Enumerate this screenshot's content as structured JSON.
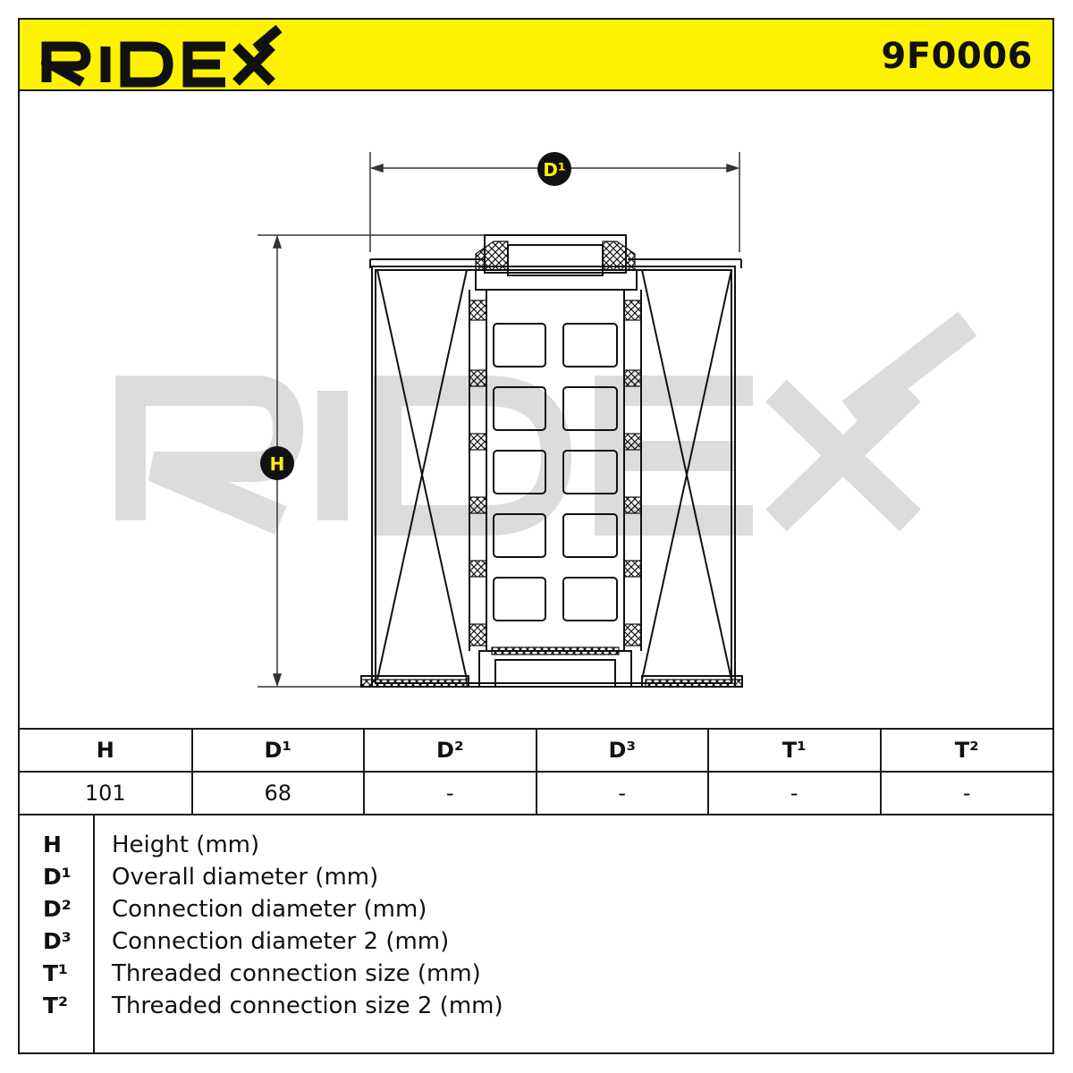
{
  "header": {
    "brand": "RIDEX",
    "part_number": "9F0006",
    "background_color": "#fff200"
  },
  "drawing": {
    "watermark": "RIDEX",
    "badge_d1": "D¹",
    "badge_h": "H"
  },
  "dimensions_table": {
    "headers": [
      "H",
      "D¹",
      "D²",
      "D³",
      "T¹",
      "T²"
    ],
    "values": [
      "101",
      "68",
      "-",
      "-",
      "-",
      "-"
    ]
  },
  "legend": [
    {
      "key": "H",
      "desc": "Height (mm)"
    },
    {
      "key": "D¹",
      "desc": "Overall diameter (mm)"
    },
    {
      "key": "D²",
      "desc": "Connection diameter (mm)"
    },
    {
      "key": "D³",
      "desc": "Connection diameter 2 (mm)"
    },
    {
      "key": "T¹",
      "desc": "Threaded connection size (mm)"
    },
    {
      "key": "T²",
      "desc": "Threaded connection size 2 (mm)"
    }
  ]
}
